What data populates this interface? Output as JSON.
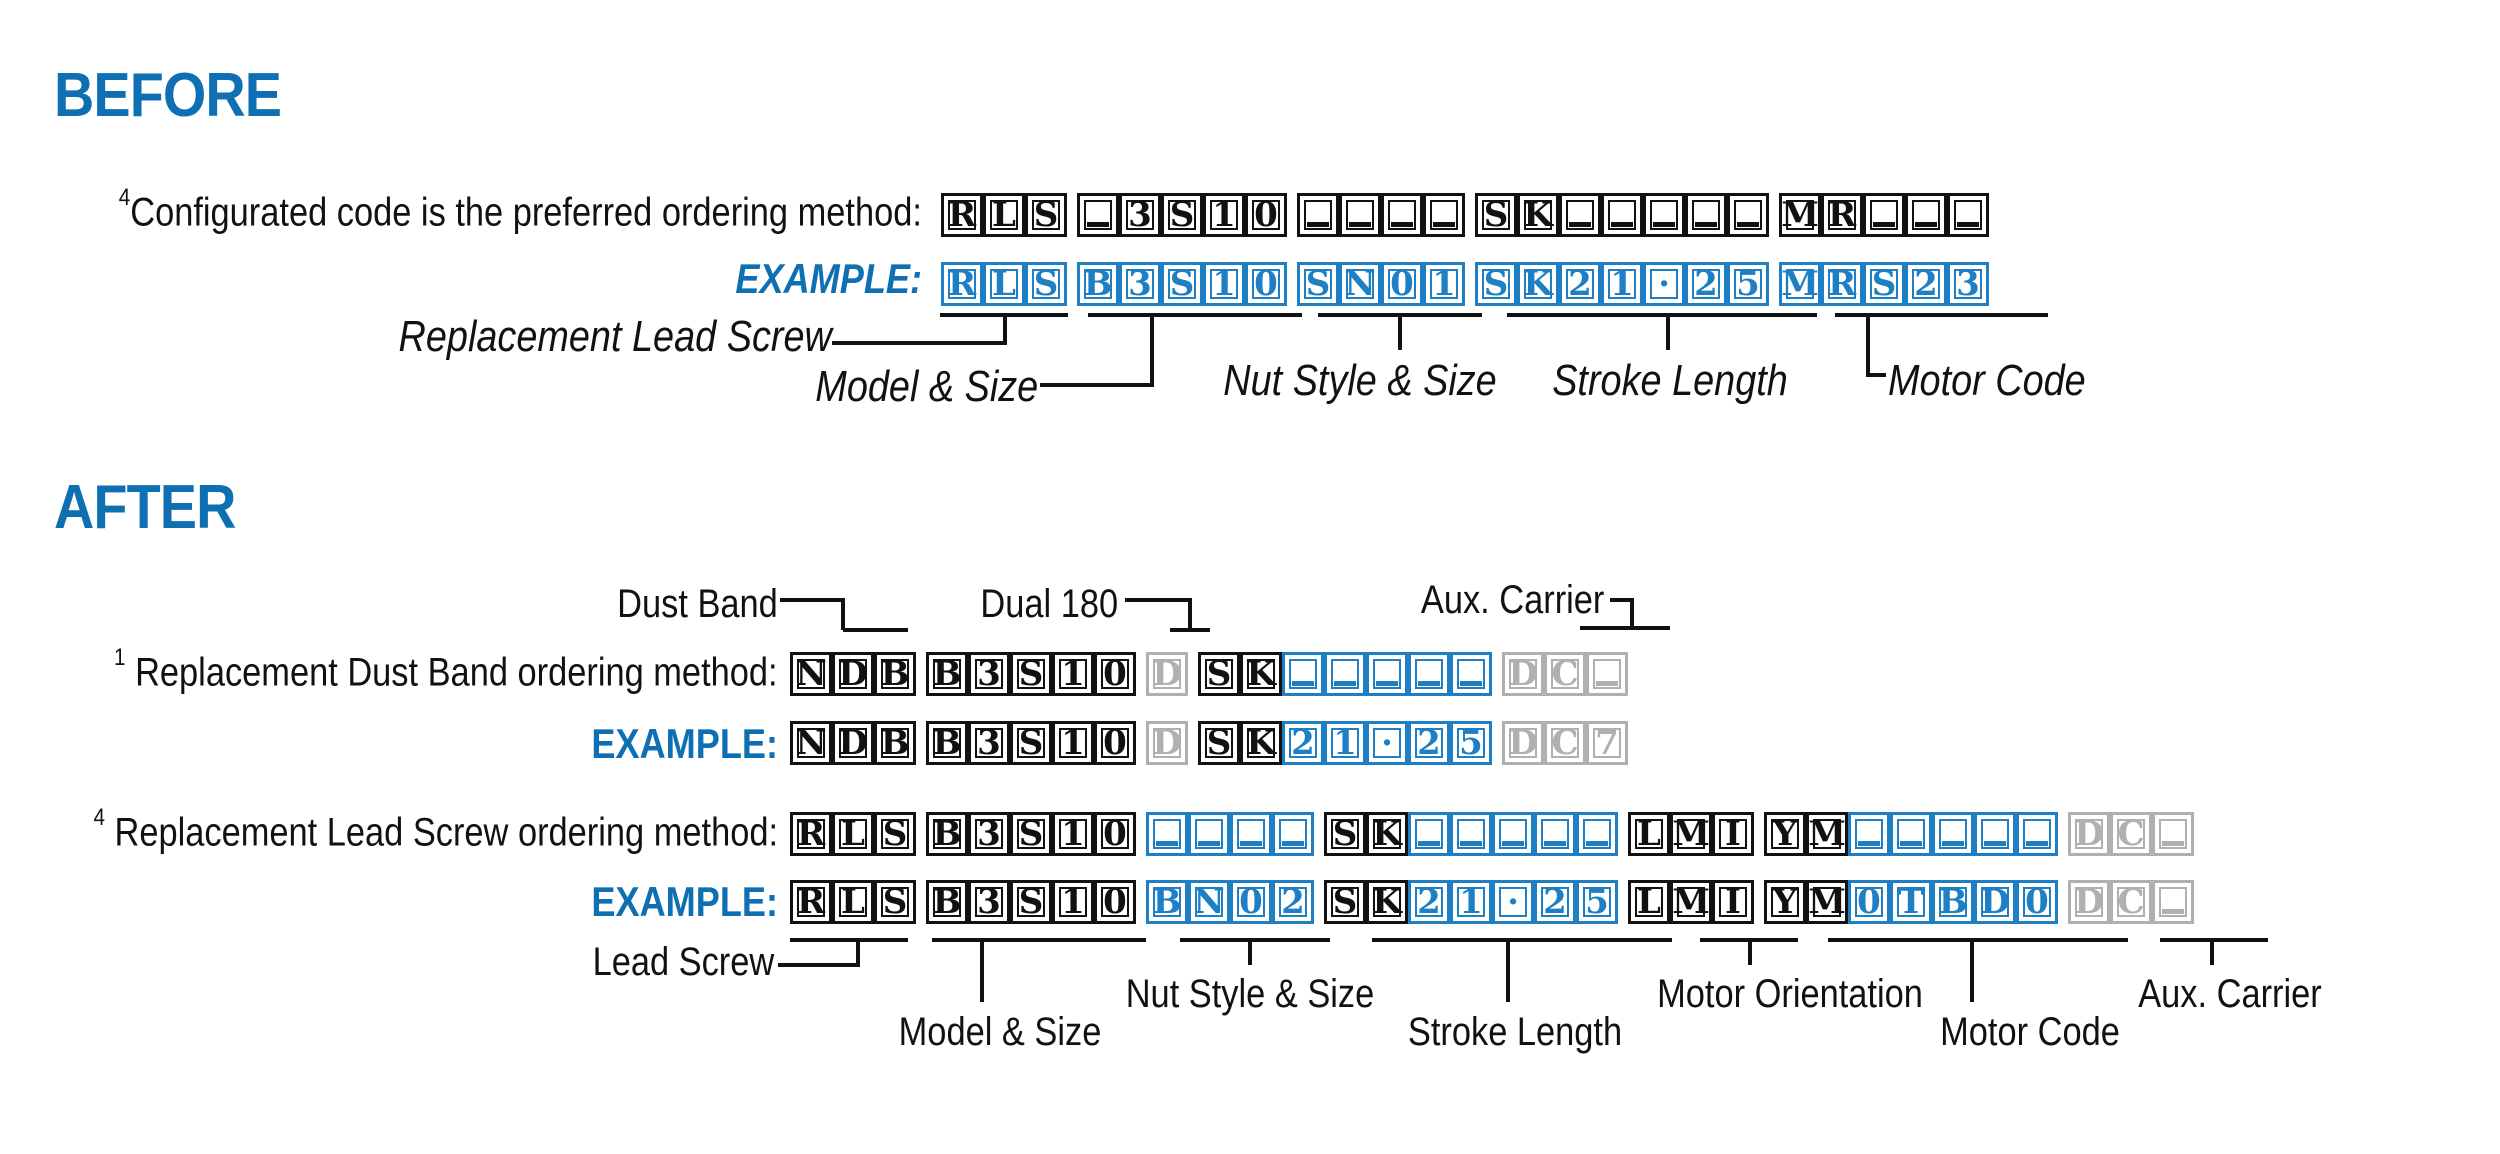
{
  "before": {
    "heading": "BEFORE",
    "method_note": "4",
    "method_label": "Configurated code is the preferred ordering method:",
    "example_label": "EXAMPLE:",
    "code_groups": [
      "RLS",
      "_3S10",
      "____",
      "SK_____",
      "MR___"
    ],
    "example_groups": [
      "RLS",
      "B3S10",
      "SN01",
      "SK21·25",
      "MRS23"
    ],
    "callouts": {
      "replacement_lead_screw": "Replacement Lead Screw",
      "model_size": "Model & Size",
      "nut_style_size": "Nut Style & Size",
      "stroke_length": "Stroke Length",
      "motor_code": "Motor Code"
    }
  },
  "after": {
    "heading": "AFTER",
    "dust_band": {
      "note": "1",
      "label": "Replacement Dust Band ordering method:",
      "example_label": "EXAMPLE:",
      "code_groups": [
        "NDB",
        "B3S10",
        "D",
        "SK_____",
        "DC_"
      ],
      "example_groups": [
        "NDB",
        "B3S10",
        "D",
        "SK21·25",
        "DC7"
      ],
      "callouts": {
        "dust_band": "Dust Band",
        "dual_180": "Dual 180",
        "aux_carrier": "Aux. Carrier"
      }
    },
    "lead_screw": {
      "note": "4",
      "label": "Replacement Lead Screw ordering method:",
      "example_label": "EXAMPLE:",
      "code_groups": [
        "RLS",
        "B3S10",
        "____",
        "SK_____",
        "LMI",
        "YM_____",
        "DC_"
      ],
      "example_groups": [
        "RLS",
        "B3S10",
        "BN02",
        "SK21·25",
        "LMI",
        "YM0TBD0",
        "DC_"
      ],
      "callouts": {
        "lead_screw": "Lead Screw",
        "model_size": "Model & Size",
        "nut_style_size": "Nut Style & Size",
        "stroke_length": "Stroke Length",
        "motor_orientation": "Motor Orientation",
        "motor_code": "Motor Code",
        "aux_carrier": "Aux. Carrier"
      }
    }
  },
  "colors": {
    "heading_blue": "#0f6fb3",
    "code_blue": "#1f7fc4",
    "code_black": "#111111",
    "code_gray": "#b0b0b0"
  }
}
